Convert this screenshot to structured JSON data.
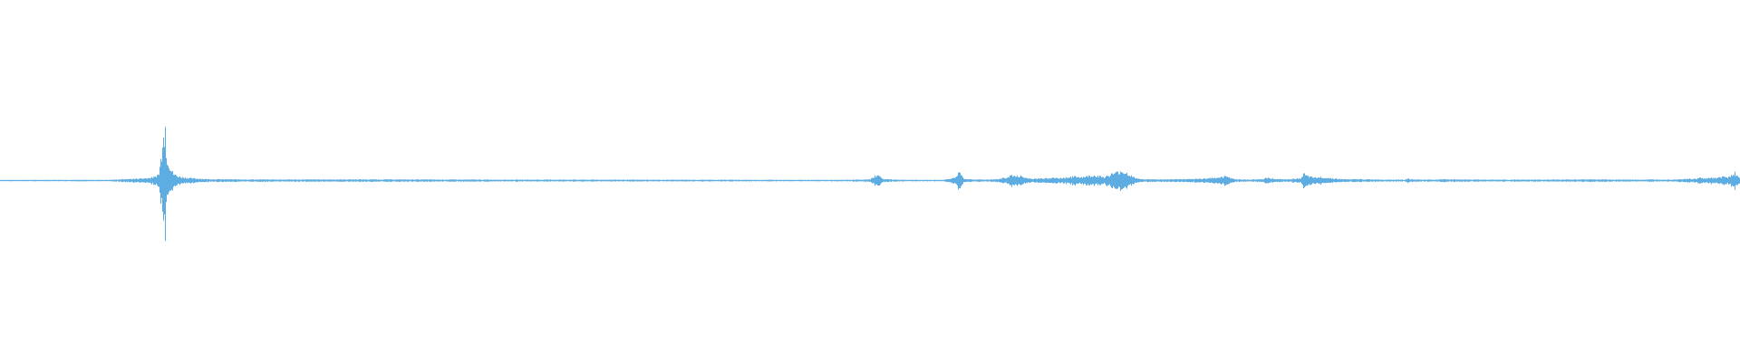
{
  "waveform": {
    "color": "#5dade2",
    "background": "#ffffff",
    "duration_s": 1920,
    "amplitude_range": [
      -1,
      1
    ],
    "peaks": [
      [
        0,
        0.005
      ],
      [
        60,
        0.006
      ],
      [
        120,
        0.006
      ],
      [
        160,
        0.02
      ],
      [
        170,
        0.03
      ],
      [
        175,
        0.06
      ],
      [
        178,
        0.25
      ],
      [
        180,
        0.55
      ],
      [
        181,
        0.32
      ],
      [
        182,
        0.5
      ],
      [
        183,
        0.28
      ],
      [
        184,
        0.2
      ],
      [
        186,
        0.15
      ],
      [
        188,
        0.1
      ],
      [
        191,
        0.06
      ],
      [
        195,
        0.04
      ],
      [
        200,
        0.03
      ],
      [
        210,
        0.02
      ],
      [
        230,
        0.012
      ],
      [
        260,
        0.01
      ],
      [
        320,
        0.009
      ],
      [
        400,
        0.01
      ],
      [
        480,
        0.009
      ],
      [
        560,
        0.008
      ],
      [
        640,
        0.008
      ],
      [
        720,
        0.007
      ],
      [
        800,
        0.007
      ],
      [
        880,
        0.006
      ],
      [
        930,
        0.006
      ],
      [
        960,
        0.01
      ],
      [
        966,
        0.045
      ],
      [
        968,
        0.06
      ],
      [
        970,
        0.035
      ],
      [
        975,
        0.012
      ],
      [
        1000,
        0.006
      ],
      [
        1040,
        0.006
      ],
      [
        1055,
        0.03
      ],
      [
        1058,
        0.075
      ],
      [
        1060,
        0.05
      ],
      [
        1064,
        0.012
      ],
      [
        1090,
        0.008
      ],
      [
        1100,
        0.012
      ],
      [
        1112,
        0.03
      ],
      [
        1116,
        0.05
      ],
      [
        1120,
        0.035
      ],
      [
        1126,
        0.04
      ],
      [
        1130,
        0.025
      ],
      [
        1140,
        0.015
      ],
      [
        1150,
        0.02
      ],
      [
        1160,
        0.025
      ],
      [
        1168,
        0.02
      ],
      [
        1178,
        0.028
      ],
      [
        1186,
        0.035
      ],
      [
        1192,
        0.03
      ],
      [
        1200,
        0.038
      ],
      [
        1206,
        0.045
      ],
      [
        1212,
        0.04
      ],
      [
        1218,
        0.03
      ],
      [
        1226,
        0.055
      ],
      [
        1232,
        0.07
      ],
      [
        1236,
        0.085
      ],
      [
        1240,
        0.075
      ],
      [
        1244,
        0.06
      ],
      [
        1250,
        0.03
      ],
      [
        1258,
        0.012
      ],
      [
        1280,
        0.01
      ],
      [
        1300,
        0.012
      ],
      [
        1316,
        0.012
      ],
      [
        1350,
        0.03
      ],
      [
        1353,
        0.045
      ],
      [
        1356,
        0.03
      ],
      [
        1362,
        0.012
      ],
      [
        1380,
        0.008
      ],
      [
        1394,
        0.015
      ],
      [
        1398,
        0.025
      ],
      [
        1402,
        0.02
      ],
      [
        1410,
        0.012
      ],
      [
        1420,
        0.01
      ],
      [
        1428,
        0.015
      ],
      [
        1436,
        0.025
      ],
      [
        1438,
        0.065
      ],
      [
        1440,
        0.045
      ],
      [
        1446,
        0.03
      ],
      [
        1452,
        0.025
      ],
      [
        1458,
        0.03
      ],
      [
        1466,
        0.022
      ],
      [
        1476,
        0.015
      ],
      [
        1486,
        0.01
      ],
      [
        1500,
        0.012
      ],
      [
        1510,
        0.01
      ],
      [
        1550,
        0.008
      ],
      [
        1553,
        0.018
      ],
      [
        1556,
        0.01
      ],
      [
        1580,
        0.008
      ],
      [
        1596,
        0.012
      ],
      [
        1600,
        0.01
      ],
      [
        1650,
        0.008
      ],
      [
        1700,
        0.008
      ],
      [
        1758,
        0.01
      ],
      [
        1800,
        0.008
      ],
      [
        1850,
        0.01
      ],
      [
        1862,
        0.018
      ],
      [
        1868,
        0.012
      ],
      [
        1876,
        0.025
      ],
      [
        1882,
        0.015
      ],
      [
        1888,
        0.03
      ],
      [
        1894,
        0.02
      ],
      [
        1900,
        0.035
      ],
      [
        1906,
        0.03
      ],
      [
        1910,
        0.045
      ],
      [
        1914,
        0.07
      ],
      [
        1916,
        0.04
      ],
      [
        1920,
        0.02
      ]
    ]
  }
}
